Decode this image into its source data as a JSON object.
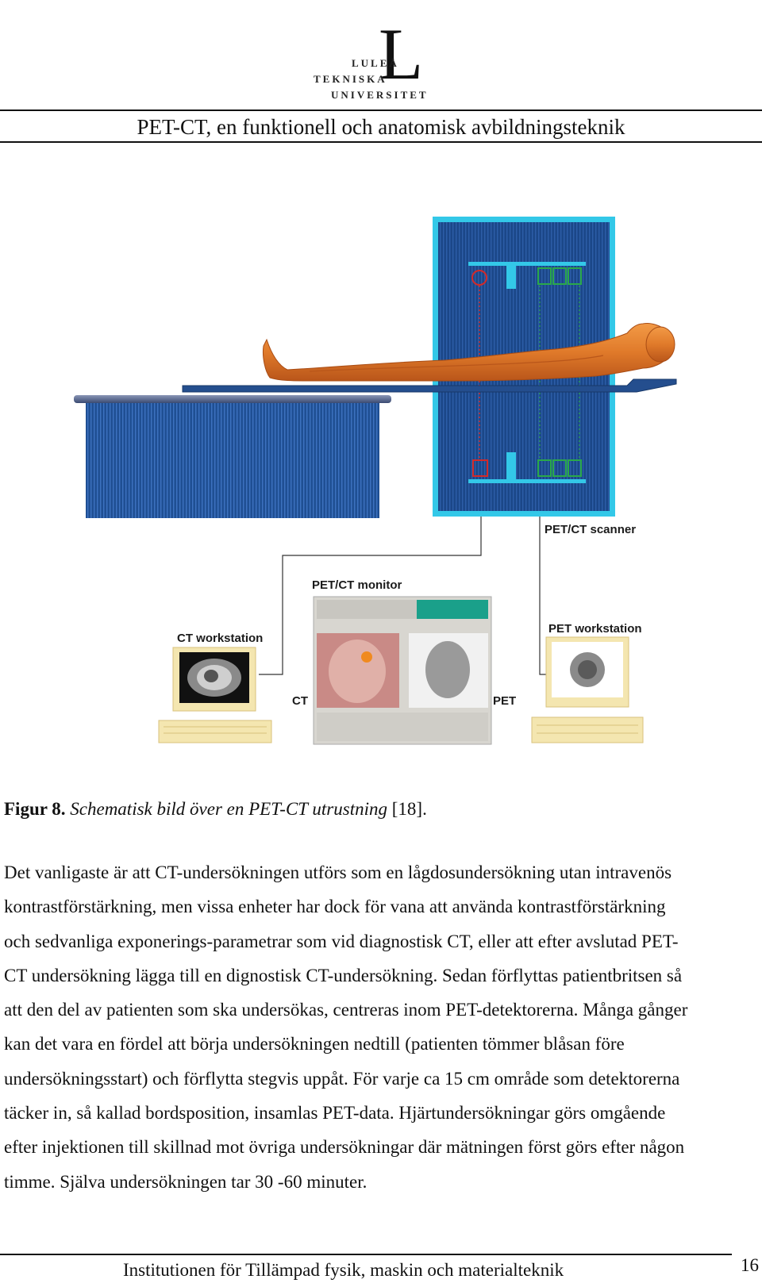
{
  "header": {
    "logo": {
      "letter": "L",
      "line1": "LULEÅ",
      "line2": "TEKNISKA",
      "line3": "UNIVERSITET"
    },
    "title": "PET-CT, en funktionell och anatomisk avbildningsteknik"
  },
  "figure": {
    "labels": {
      "scanner": "PET/CT scanner",
      "monitor": "PET/CT monitor",
      "ct_workstation": "CT workstation",
      "pet_workstation": "PET workstation",
      "ct": "CT",
      "pet": "PET"
    },
    "colors": {
      "scanner_blue": "#1f4f93",
      "scanner_cyan": "#33c8e8",
      "body_orange": "#e07a2a",
      "table_blue": "#244e8e",
      "detector_red": "#d22a2a",
      "detector_green": "#2aa84a"
    }
  },
  "caption": {
    "label": "Figur 8.",
    "text": "Schematisk bild över en PET-CT utrustning",
    "ref": "[18]."
  },
  "body": {
    "lines": [
      "Det vanligaste är att CT-undersökningen utförs som en lågdosundersökning utan intravenös",
      "kontrastförstärkning, men vissa enheter har dock för vana att använda kontrastförstärkning",
      "och sedvanliga exponerings-parametrar som vid diagnostisk CT, eller att efter avslutad PET-",
      "CT undersökning lägga till en dignostisk CT-undersökning. Sedan förflyttas patientbritsen så",
      "att den del av patienten som ska undersökas, centreras inom PET-detektorerna. Många gånger",
      "kan det vara en fördel att börja undersökningen nedtill (patienten tömmer blåsan före",
      "undersökningsstart) och förflytta stegvis uppåt. För varje ca 15 cm område som detektorerna",
      "täcker in, så kallad bordsposition, insamlas PET-data. Hjärtundersökningar görs omgående",
      "efter injektionen till skillnad mot övriga undersökningar där mätningen först görs efter någon",
      "timme. Själva undersökningen tar 30 -60 minuter."
    ]
  },
  "footer": {
    "institution": "Institutionen för Tillämpad fysik, maskin och materialteknik",
    "page": "16"
  }
}
